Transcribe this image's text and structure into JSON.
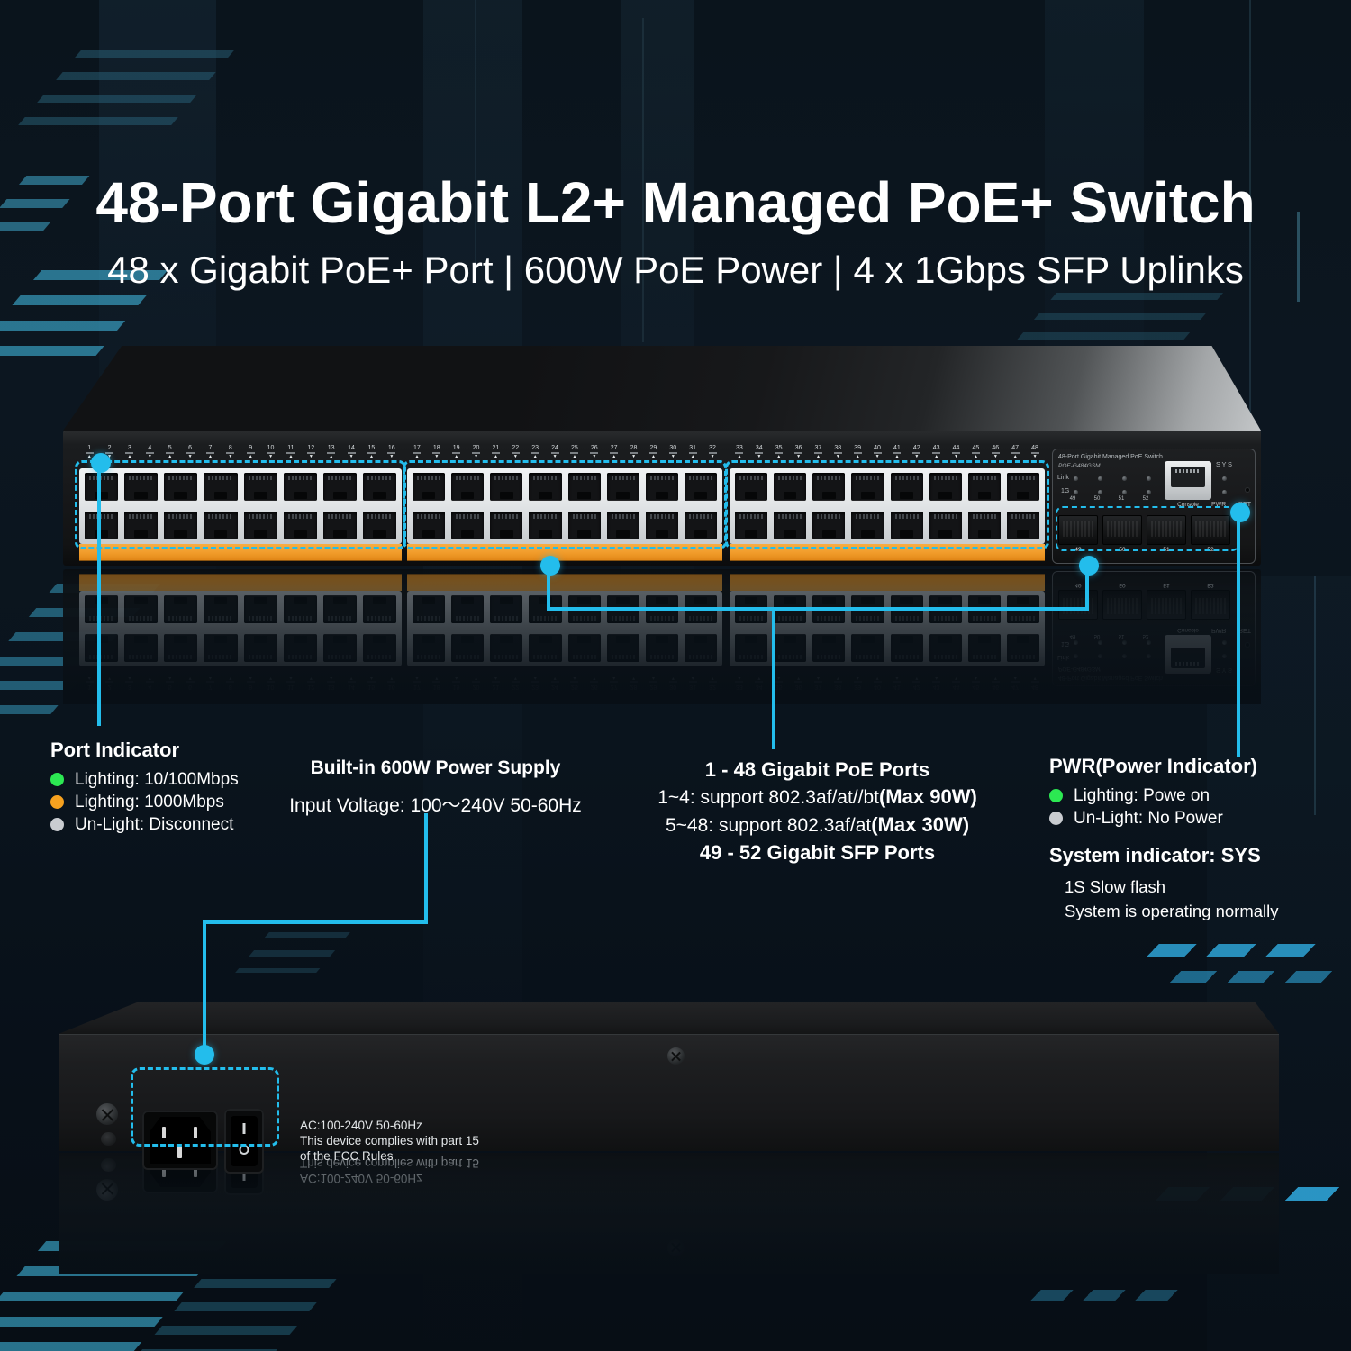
{
  "header": {
    "title": "48-Port Gigabit L2+ Managed PoE+ Switch",
    "subtitle": "48 x Gigabit PoE+ Port | 600W PoE Power | 4 x 1Gbps SFP Uplinks"
  },
  "device_front": {
    "panel": {
      "model_title": "48-Port Gigabit Managed PoE Switch",
      "model_number": "POE-G484GSM",
      "link_label": "Link",
      "gig_label": "1G",
      "sfp_numbers": [
        "49",
        "50",
        "51",
        "52"
      ],
      "console_label": "Console",
      "sys_label": "SYS",
      "pwr_label": "PWR",
      "ret_label": "RET"
    },
    "triangles": {
      "up": "▲",
      "down": "▼"
    },
    "port_groups": [
      {
        "ports": [
          1,
          2,
          3,
          4,
          5,
          6,
          7,
          8,
          9,
          10,
          11,
          12,
          13,
          14,
          15,
          16
        ]
      },
      {
        "ports": [
          17,
          18,
          19,
          20,
          21,
          22,
          23,
          24,
          25,
          26,
          27,
          28,
          29,
          30,
          31,
          32
        ]
      },
      {
        "ports": [
          33,
          34,
          35,
          36,
          37,
          38,
          39,
          40,
          41,
          42,
          43,
          44,
          45,
          46,
          47,
          48
        ]
      }
    ]
  },
  "callouts": {
    "port_indicator": {
      "title": "Port Indicator",
      "items": [
        {
          "color": "#2ce852",
          "text": "Lighting: 10/100Mbps"
        },
        {
          "color": "#f6a11f",
          "text": "Lighting: 1000Mbps"
        },
        {
          "color": "#c9ccd0",
          "text": "Un-Light: Disconnect"
        }
      ]
    },
    "power_supply": {
      "title": "Built-in 600W Power Supply",
      "line": "Input Voltage: 100～240V 50-60Hz"
    },
    "poe_ports": {
      "lines": [
        {
          "pre": "",
          "bold": "1 - 48 Gigabit PoE Ports"
        },
        {
          "pre": "1~4: support 802.3af/at//bt",
          "bold": "(Max 90W)"
        },
        {
          "pre": "5~48: support 802.3af/at",
          "bold": "(Max 30W)"
        },
        {
          "pre": "",
          "bold": "49 - 52 Gigabit SFP Ports"
        }
      ]
    },
    "pwr_indicator": {
      "title": "PWR(Power Indicator)",
      "items": [
        {
          "color": "#2ce852",
          "text": "Lighting: Powe on"
        },
        {
          "color": "#c9ccd0",
          "text": "Un-Light: No Power"
        }
      ]
    },
    "sys_indicator": {
      "title": "System indicator: SYS",
      "lines": [
        "1S Slow flash",
        "System is operating normally"
      ]
    }
  },
  "device_rear": {
    "label_lines": [
      "AC:100-240V 50-60Hz",
      "This device complies with part 15",
      "of the FCC Rules"
    ],
    "switch_on": "I",
    "switch_off": "O"
  },
  "colors": {
    "accent": "#23bdec",
    "orange": "#f09a28",
    "led_green": "#2ce852",
    "led_orange": "#f6a11f",
    "led_gray": "#c9ccd0"
  }
}
